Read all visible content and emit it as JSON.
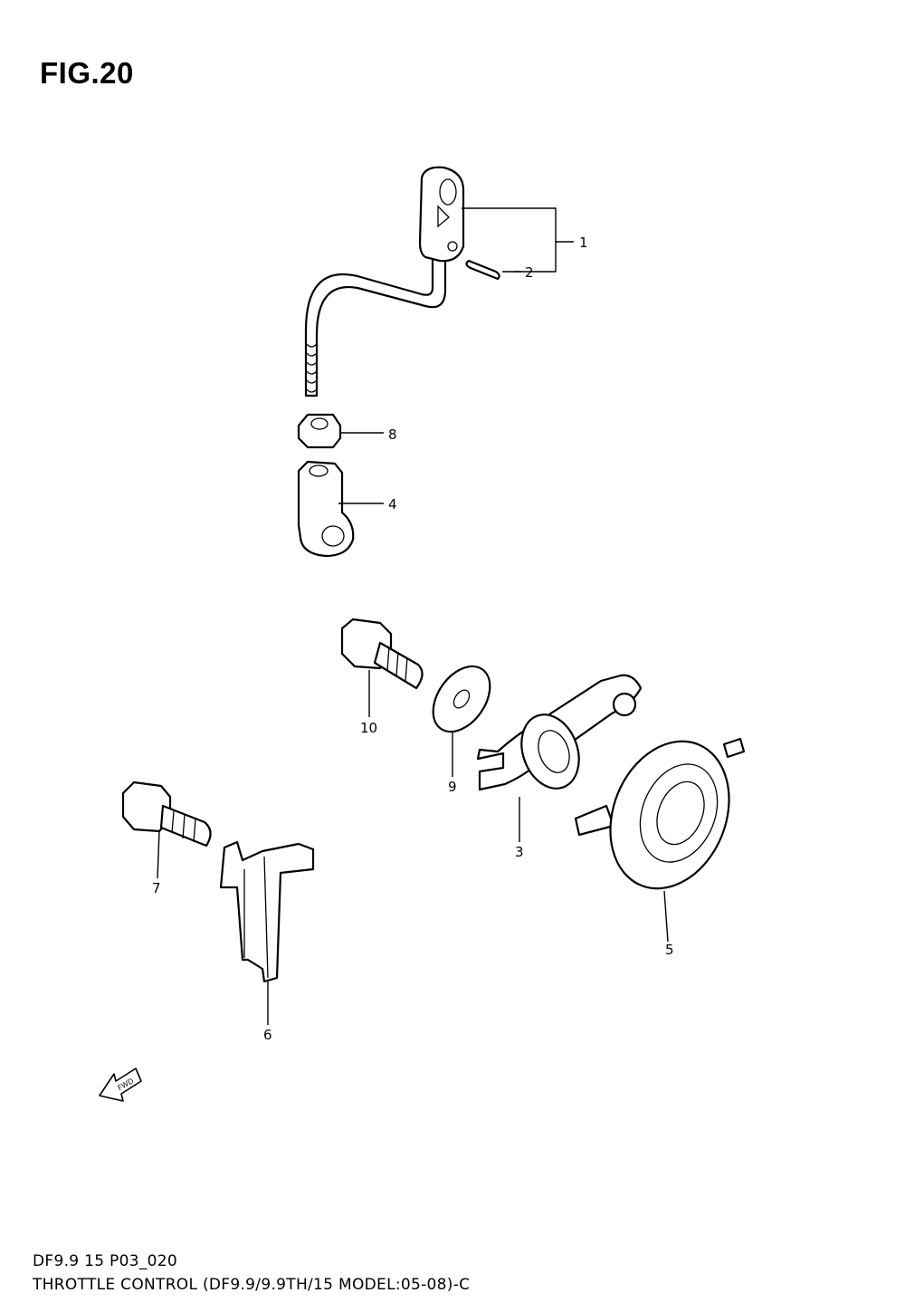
{
  "figure": {
    "title": "FIG.20"
  },
  "callouts": [
    {
      "id": "1",
      "label": "1"
    },
    {
      "id": "2",
      "label": "2"
    },
    {
      "id": "3",
      "label": "3"
    },
    {
      "id": "4",
      "label": "4"
    },
    {
      "id": "5",
      "label": "5"
    },
    {
      "id": "6",
      "label": "6"
    },
    {
      "id": "7",
      "label": "7"
    },
    {
      "id": "8",
      "label": "8"
    },
    {
      "id": "9",
      "label": "9"
    },
    {
      "id": "10",
      "label": "10"
    }
  ],
  "direction_marker": {
    "text": "FWD",
    "icon": "forward-arrow-icon"
  },
  "footer": {
    "code": "DF9.9 15 P03_020",
    "caption": "THROTTLE CONTROL (DF9.9/9.9TH/15 MODEL:05-08)-C"
  }
}
